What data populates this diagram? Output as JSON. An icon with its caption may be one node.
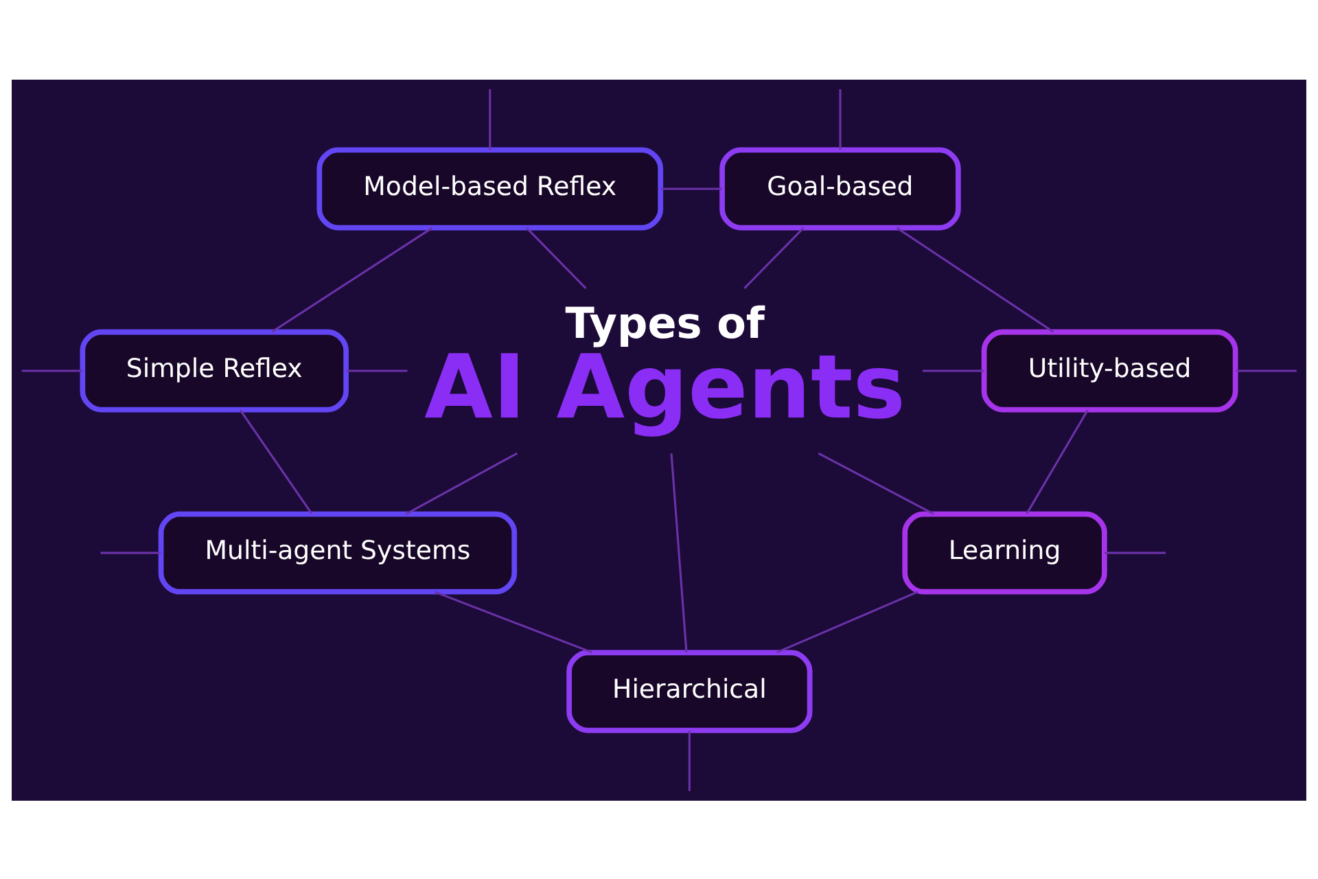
{
  "diagram": {
    "nodes": [
      {
        "text": [
          "Model-based Reflex"
        ]
      },
      {
        "text": [
          "Goal-based"
        ]
      },
      {
        "text": [
          "Simple Reflex"
        ]
      },
      {
        "text": [
          "Types of",
          "AI Agents"
        ]
      },
      {
        "text": [
          "Utility-based"
        ]
      },
      {
        "text": [
          "Multi-agent Systems"
        ]
      },
      {
        "text": [
          "Learning"
        ]
      },
      {
        "text": [
          "Hierarchical"
        ]
      }
    ],
    "edges": [
      {
        "from": 0,
        "to": 3,
        "arrow": "none"
      },
      {
        "from": 1,
        "to": 3,
        "arrow": "none"
      },
      {
        "from": 2,
        "to": 3,
        "arrow": "none"
      },
      {
        "from": 4,
        "to": 3,
        "arrow": "none"
      },
      {
        "from": 5,
        "to": 3,
        "arrow": "none"
      },
      {
        "from": 6,
        "to": 3,
        "arrow": "none"
      },
      {
        "from": 7,
        "to": 3,
        "arrow": "none"
      },
      {
        "from": 0,
        "to": 1,
        "arrow": "none"
      },
      {
        "from": 1,
        "to": 4,
        "arrow": "none"
      },
      {
        "from": 4,
        "to": 6,
        "arrow": "none"
      },
      {
        "from": 6,
        "to": 7,
        "arrow": "none"
      },
      {
        "from": 7,
        "to": 5,
        "arrow": "none"
      },
      {
        "from": 5,
        "to": 2,
        "arrow": "none"
      },
      {
        "from": 2,
        "to": 0,
        "arrow": "none"
      },
      {
        "from": 0,
        "to": null,
        "arrow": "none"
      },
      {
        "from": 1,
        "to": null,
        "arrow": "none"
      },
      {
        "from": 2,
        "to": null,
        "arrow": "none"
      },
      {
        "from": 4,
        "to": null,
        "arrow": "none"
      },
      {
        "from": 5,
        "to": null,
        "arrow": "none"
      },
      {
        "from": 6,
        "to": null,
        "arrow": "none"
      },
      {
        "from": 7,
        "to": null,
        "arrow": "none"
      }
    ]
  }
}
